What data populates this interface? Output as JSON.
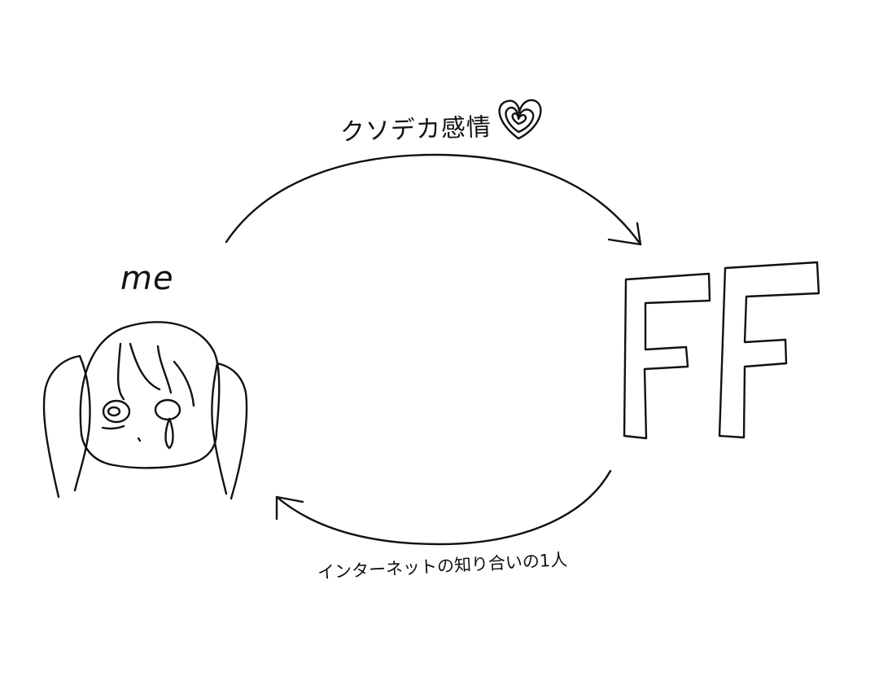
{
  "diagram": {
    "top_arrow_label": "クソデカ感情",
    "me_label": "me",
    "ff_label": "FF",
    "bottom_arrow_label": "インターネットの知り合いの1人",
    "heart_icon": "scribbled-heart-icon",
    "colors": {
      "ink": "#111111",
      "background": "#ffffff"
    }
  }
}
